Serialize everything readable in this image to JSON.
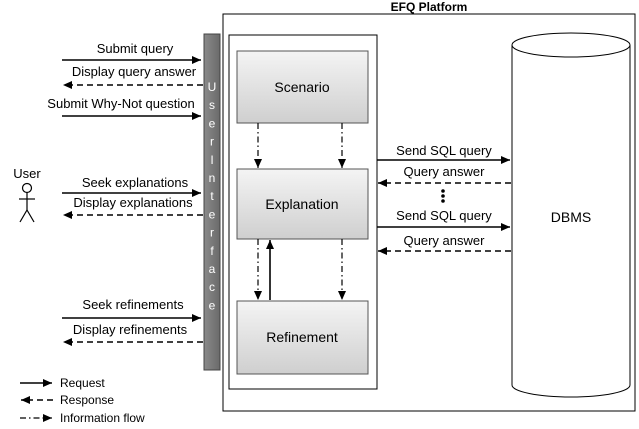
{
  "platform": {
    "title": "EFQ Platform"
  },
  "user": {
    "label": "User"
  },
  "ui_bar": {
    "label": "User Interface"
  },
  "modules": {
    "scenario": "Scenario",
    "explanation": "Explanation",
    "refinement": "Refinement"
  },
  "dbms": {
    "label": "DBMS"
  },
  "left_arrows": {
    "submit_query": "Submit query",
    "display_query_answer": "Display query answer",
    "submit_why_not": "Submit Why-Not question",
    "seek_explanations": "Seek explanations",
    "display_explanations": "Display explanations",
    "seek_refinements": "Seek refinements",
    "display_refinements": "Display refinements"
  },
  "right_arrows": {
    "send_sql_1": "Send SQL query",
    "query_answer_1": "Query answer",
    "send_sql_2": "Send SQL query",
    "query_answer_2": "Query answer"
  },
  "legend": {
    "request": "Request",
    "response": "Response",
    "information_flow": "Information flow"
  }
}
